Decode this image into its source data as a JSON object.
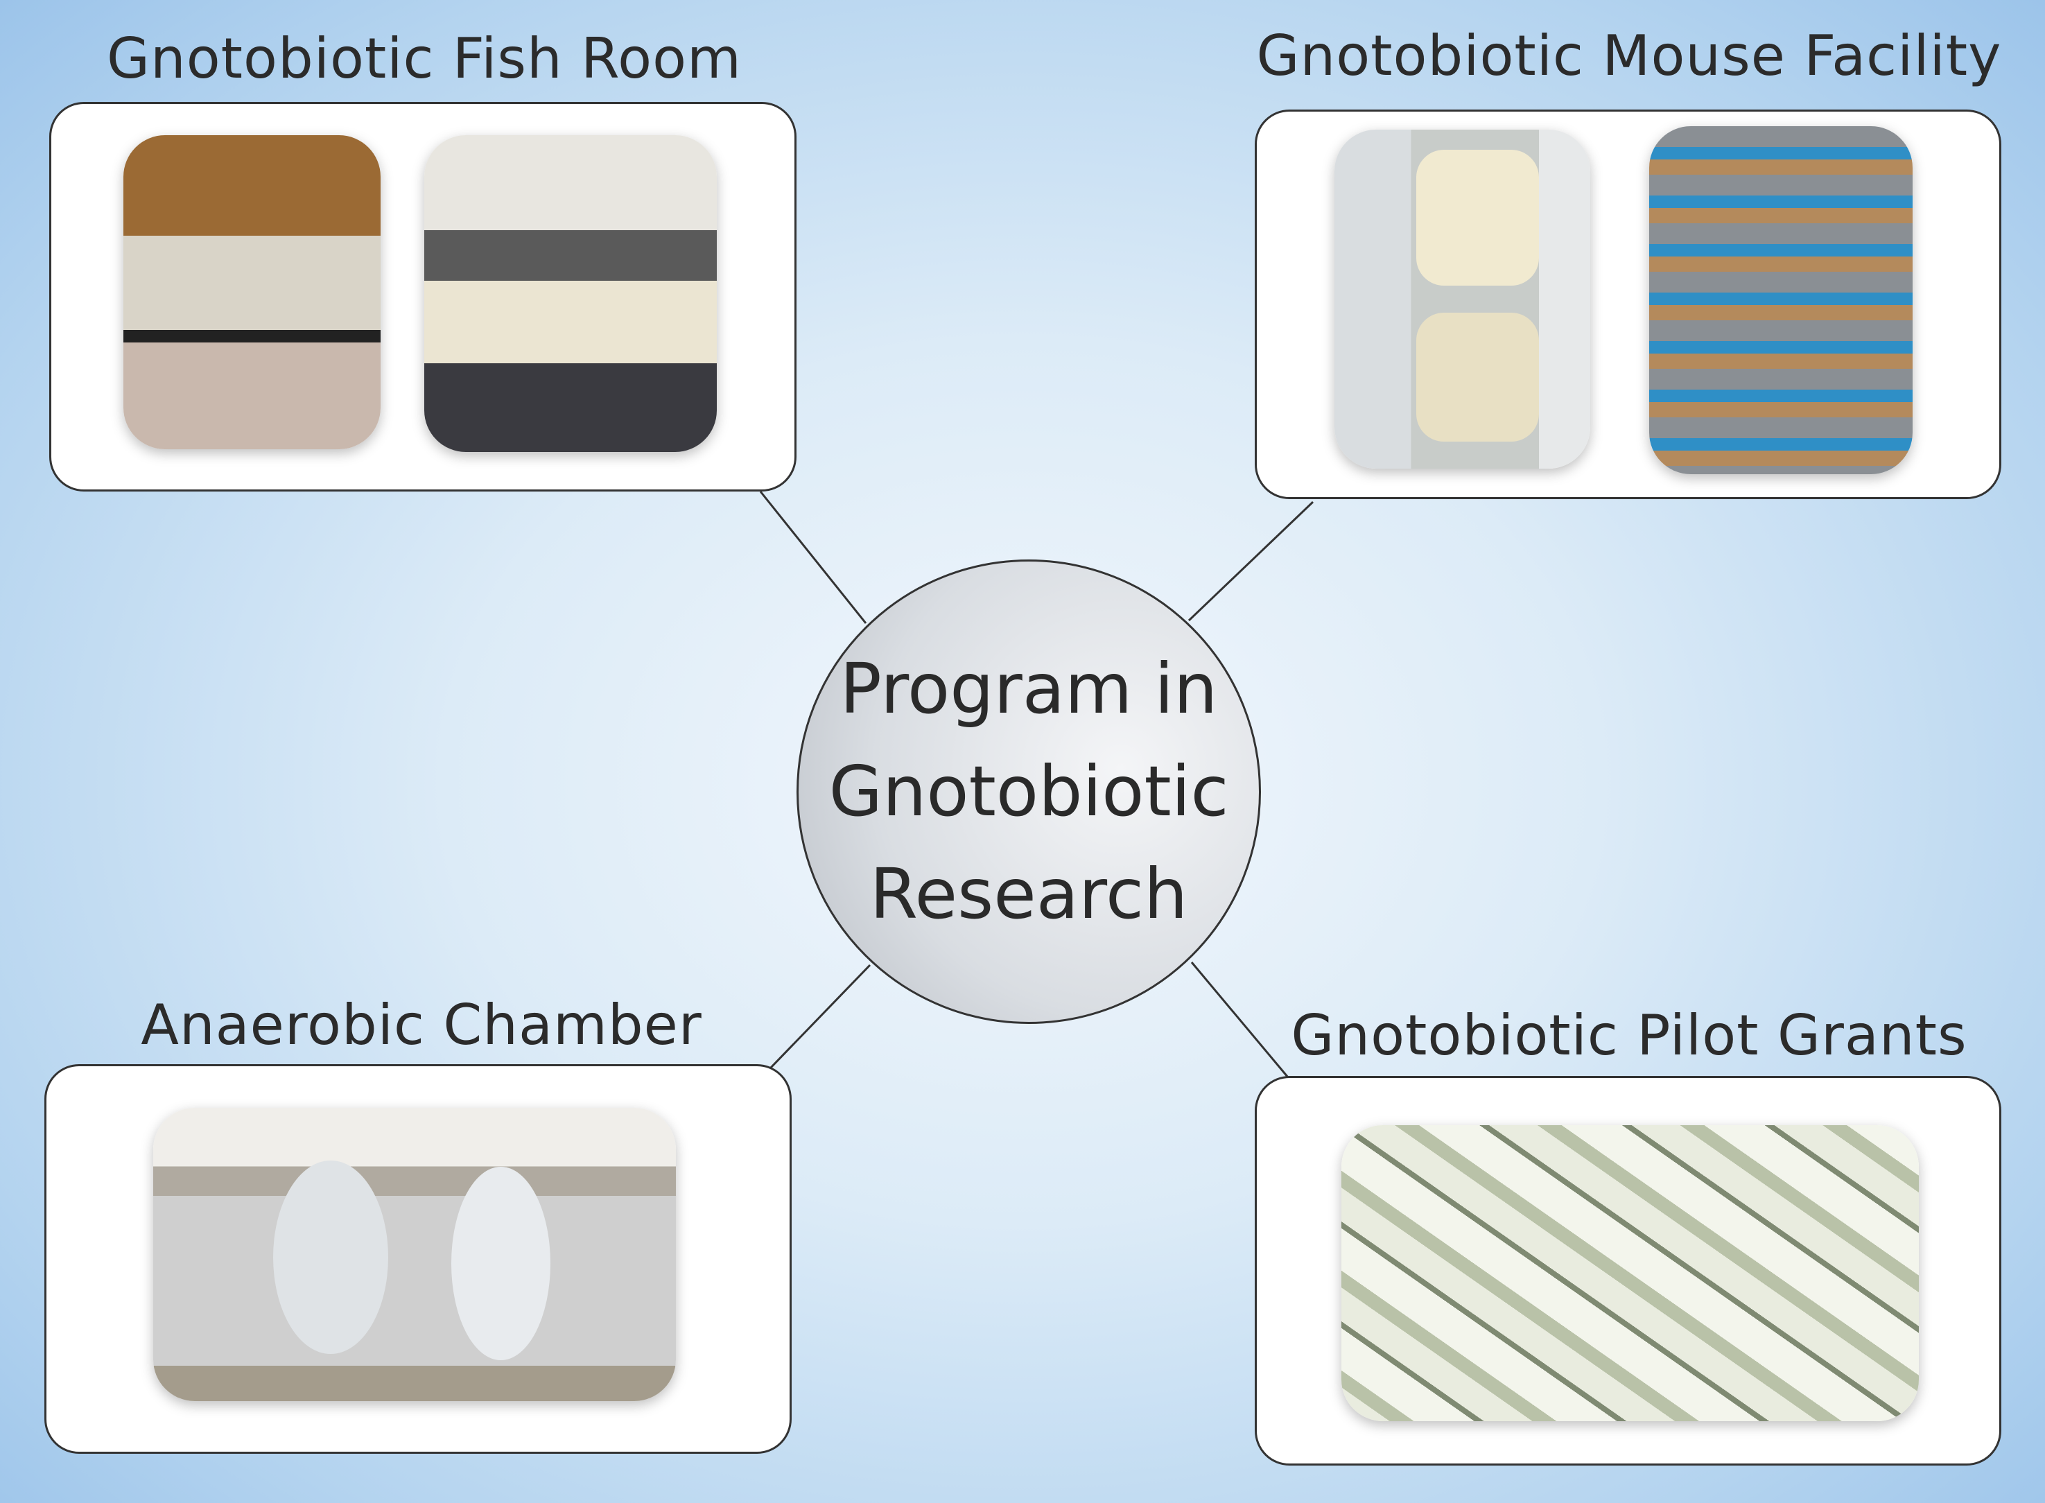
{
  "center": {
    "line1": "Program in",
    "line2": "Gnotobiotic",
    "line3": "Research"
  },
  "nodes": [
    {
      "title": "Gnotobiotic Fish Room",
      "images": [
        "lab-room-photo",
        "biosafety-cabinet-photo"
      ]
    },
    {
      "title": "Gnotobiotic Mouse Facility",
      "images": [
        "isolator-photo",
        "cage-rack-photo"
      ]
    },
    {
      "title": "Anaerobic Chamber",
      "images": [
        "anaerobic-chamber-photo"
      ]
    },
    {
      "title": "Gnotobiotic Pilot Grants",
      "images": [
        "money-photo"
      ]
    }
  ]
}
